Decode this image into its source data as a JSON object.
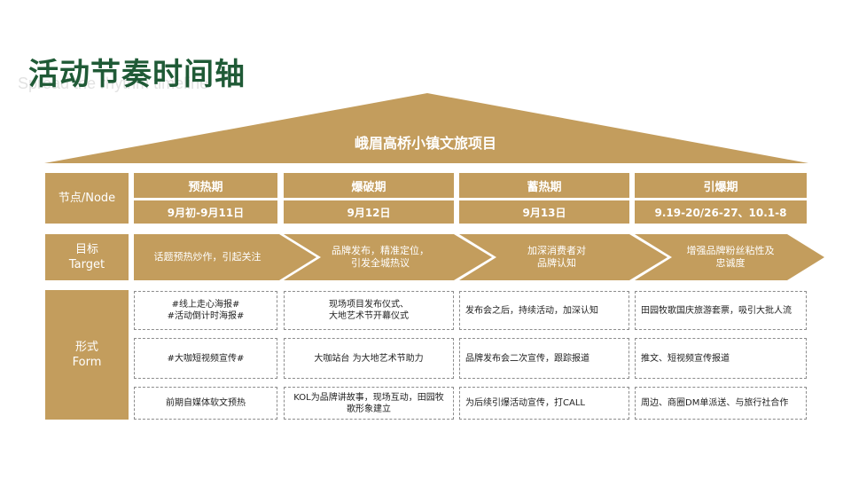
{
  "header": {
    "title": "活动节奏时间轴",
    "subtitle": "Spread the rhythm timeline"
  },
  "project": {
    "name": "峨眉高桥小镇文旅项目"
  },
  "row_labels": {
    "node": "节点/Node",
    "target_cn": "目标",
    "target_en": "Target",
    "form_cn": "形式",
    "form_en": "Form"
  },
  "phases": [
    {
      "name": "预热期",
      "date": "9月初-9月11日",
      "target": "话题预热炒作，引起关注"
    },
    {
      "name": "爆破期",
      "date": "9月12日",
      "target": "品牌发布，精准定位，\n引发全城热议"
    },
    {
      "name": "蓄热期",
      "date": "9月13日",
      "target": "加深消费者对\n品牌认知"
    },
    {
      "name": "引爆期",
      "date": "9.19-20/26-27、10.1-8",
      "target": "增强品牌粉丝粘性及\n忠诚度"
    }
  ],
  "forms": [
    [
      "#线上走心海报#\n#活动倒计时海报#",
      "#大咖短视频宣传#",
      "前期自媒体软文预热"
    ],
    [
      "现场项目发布仪式、\n大地艺术节开幕仪式",
      "大咖站台 为大地艺术节助力",
      "KOL为品牌讲故事，现场互动，田园牧\n歌形象建立"
    ],
    [
      "发布会之后，持续活动，加深认知",
      "品牌发布会二次宣传，跟踪报道",
      "为后续引爆活动宣传，打CALL"
    ],
    [
      "田园牧歌国庆旅游套票，吸引大批人流",
      "推文、短视频宣传报道",
      "周边、商圈DM单派送、与旅行社合作"
    ]
  ],
  "colors": {
    "gold": "#c39d5d",
    "title_green": "#1f5a36"
  }
}
